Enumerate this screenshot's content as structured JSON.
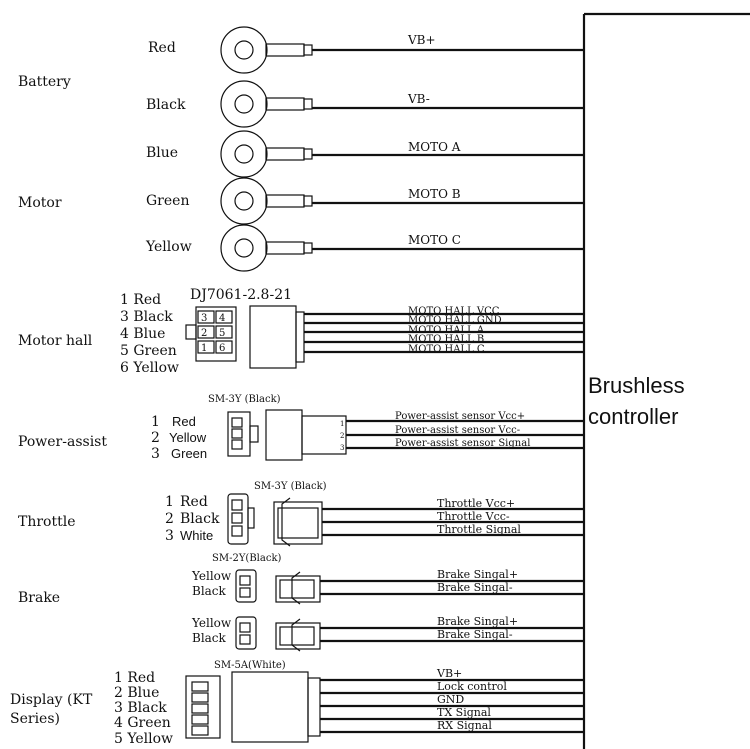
{
  "controller": {
    "line1": "Brushless",
    "line2": "controller"
  },
  "battery": {
    "label": "Battery",
    "wires": [
      {
        "color": "Red",
        "signal": "VB+"
      },
      {
        "color": "Black",
        "signal": "VB-"
      }
    ]
  },
  "motor": {
    "label": "Motor",
    "wires": [
      {
        "color": "Blue",
        "signal": "MOTO A"
      },
      {
        "color": "Green",
        "signal": "MOTO B"
      },
      {
        "color": "Yellow",
        "signal": "MOTO C"
      }
    ]
  },
  "motor_hall": {
    "label": "Motor hall",
    "connector": "DJ7061-2.8-21",
    "pins": [
      "1 Red",
      "3 Black",
      "4 Blue",
      "5 Green",
      "6 Yellow"
    ],
    "pin_numbers": [
      "3",
      "4",
      "2",
      "5",
      "1",
      "6"
    ],
    "signals": [
      "MOTO HALL VCC",
      "MOTO HALL GND",
      "MOTO HALL A",
      "MOTO HALL B",
      "MOTO HALL C"
    ]
  },
  "power_assist": {
    "label": "Power-assist",
    "connector": "SM-3Y (Black)",
    "pin_nums": [
      "1",
      "2",
      "3"
    ],
    "colors": [
      "Red",
      "Yellow",
      "Green"
    ],
    "signals": [
      "Power-assist sensor Vcc+",
      "Power-assist sensor Vcc-",
      "Power-assist sensor Signal"
    ]
  },
  "throttle": {
    "label": "Throttle",
    "connector": "SM-3Y (Black)",
    "pin_nums": [
      "1",
      "2",
      "3"
    ],
    "colors": [
      "Red",
      "Black",
      "White"
    ],
    "signals": [
      "Throttle Vcc+",
      "Throttle Vcc-",
      "Throttle Signal"
    ]
  },
  "brake": {
    "label": "Brake",
    "connector": "SM-2Y(Black)",
    "sets": [
      {
        "colors": [
          "Yellow",
          "Black"
        ],
        "signals": [
          "Brake Singal+",
          "Brake Singal-"
        ]
      },
      {
        "colors": [
          "Yellow",
          "Black"
        ],
        "signals": [
          "Brake Singal+",
          "Brake Singal-"
        ]
      }
    ]
  },
  "display": {
    "label_line1": "Display (KT",
    "label_line2": "Series)",
    "connector": "SM-5A(White)",
    "pins": [
      "1 Red",
      "2 Blue",
      "3 Black",
      "4 Green",
      "5 Yellow"
    ],
    "signals": [
      "VB+",
      "Lock control",
      "GND",
      "TX Signal",
      "RX Signal"
    ]
  },
  "colors": {
    "ink": "#111111",
    "background": "#ffffff"
  }
}
